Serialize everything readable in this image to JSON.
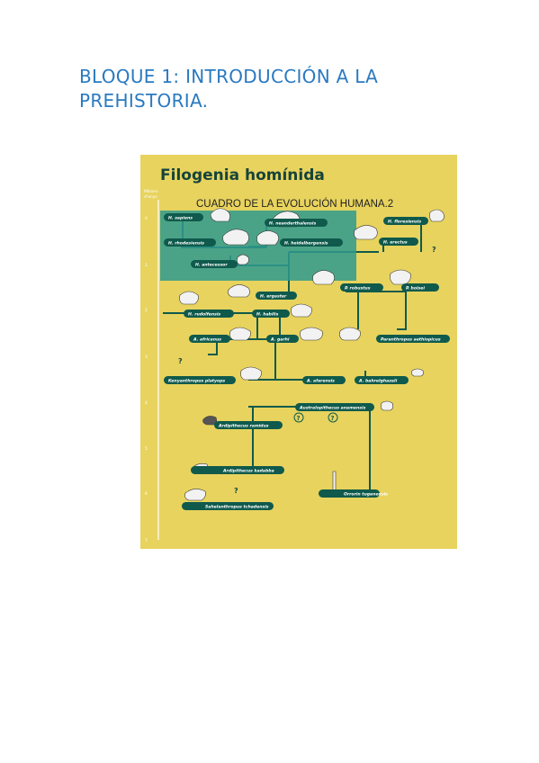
{
  "document": {
    "title_line1": "BLOQUE 1: INTRODUCCIÓN A LA",
    "title_line2": "PREHISTORIA."
  },
  "figure": {
    "heading": "Filogenia homínida",
    "overlay_caption": "CUADRO DE LA EVOLUCIÓN HUMANA.2",
    "axis_unit_line1": "Milions",
    "axis_unit_line2": "d'anys",
    "axis_ticks": [
      "0",
      "1",
      "2",
      "3",
      "4",
      "5",
      "6",
      "7"
    ],
    "question_mark": "?",
    "colors": {
      "background": "#e8d35e",
      "pill": "#0f5a4c",
      "highlight": "#2f9a8e",
      "heading": "#16443a"
    },
    "species": [
      {
        "id": "h-sapiens",
        "label": "H. sapiens"
      },
      {
        "id": "h-neanderthalensis",
        "label": "H. neanderthalensis"
      },
      {
        "id": "h-floresiensis",
        "label": "H. floresiensis"
      },
      {
        "id": "h-rhodesiensis",
        "label": "H. rhodesiensis"
      },
      {
        "id": "h-heidelbergensis",
        "label": "H. heidelbergensis"
      },
      {
        "id": "h-erectus",
        "label": "H. erectus"
      },
      {
        "id": "h-antecessor",
        "label": "H. antecessor"
      },
      {
        "id": "h-ergaster",
        "label": "H. ergaster"
      },
      {
        "id": "p-robustus",
        "label": "P. robustus"
      },
      {
        "id": "p-boisei",
        "label": "P. boisei"
      },
      {
        "id": "h-rudolfensis",
        "label": "H. rudolfensis"
      },
      {
        "id": "h-habilis",
        "label": "H. habilis"
      },
      {
        "id": "a-africanus",
        "label": "A. africanus"
      },
      {
        "id": "a-garhi",
        "label": "A. garhi"
      },
      {
        "id": "paranthropus-aethiopicus",
        "label": "Paranthropus aethiopicus"
      },
      {
        "id": "kenyanthropus-platyops",
        "label": "Kenyanthropus platyops"
      },
      {
        "id": "a-afarensis",
        "label": "A. afarensis"
      },
      {
        "id": "a-bahrelghazali",
        "label": "A. bahrelghazali"
      },
      {
        "id": "australopithecus-anamensis",
        "label": "Australopithecus anamensis"
      },
      {
        "id": "ardipithecus-ramidus",
        "label": "Ardipithecus ramidus"
      },
      {
        "id": "ardipithecus-kadabba",
        "label": "Ardipithecus kadabba"
      },
      {
        "id": "orrorin-tugenensis",
        "label": "Orrorin tugenensis"
      },
      {
        "id": "sahelanthropus-tchadensis",
        "label": "Sahelanthropus tchadensis"
      }
    ]
  }
}
